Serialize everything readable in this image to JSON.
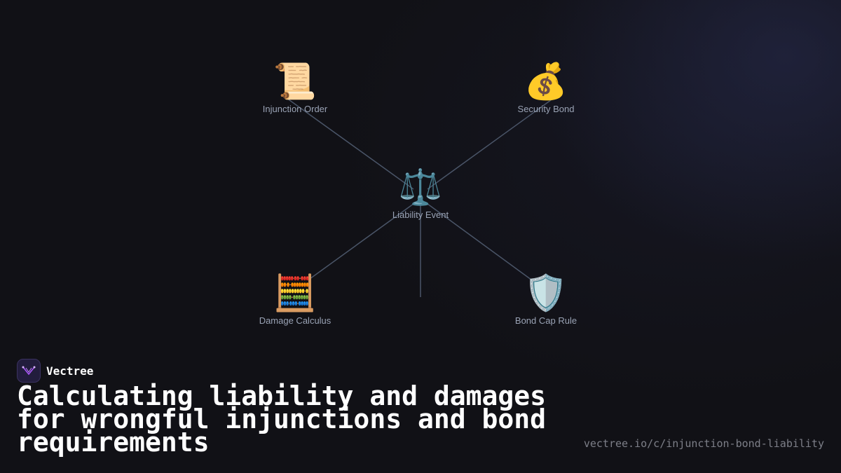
{
  "diagram": {
    "center": {
      "icon": "⚖️",
      "icon_name": "scales-icon",
      "label": "Liability Event"
    },
    "nodes": [
      {
        "id": "injunction",
        "icon": "📜",
        "icon_name": "scroll-icon",
        "label": "Injunction Order"
      },
      {
        "id": "bond",
        "icon": "💰",
        "icon_name": "money-bag-icon",
        "label": "Security Bond"
      },
      {
        "id": "damages",
        "icon": "🧮",
        "icon_name": "abacus-icon",
        "label": "Damage Calculus"
      },
      {
        "id": "cap",
        "icon": "🛡️",
        "icon_name": "shield-icon",
        "label": "Bond Cap Rule"
      }
    ],
    "edge_color": "#4a5568"
  },
  "brand": {
    "name": "Vectree",
    "logo_color": "#a855f7"
  },
  "title": "Calculating liability and damages for wrongful injunctions and bond requirements",
  "url": "vectree.io/c/injunction-bond-liability"
}
